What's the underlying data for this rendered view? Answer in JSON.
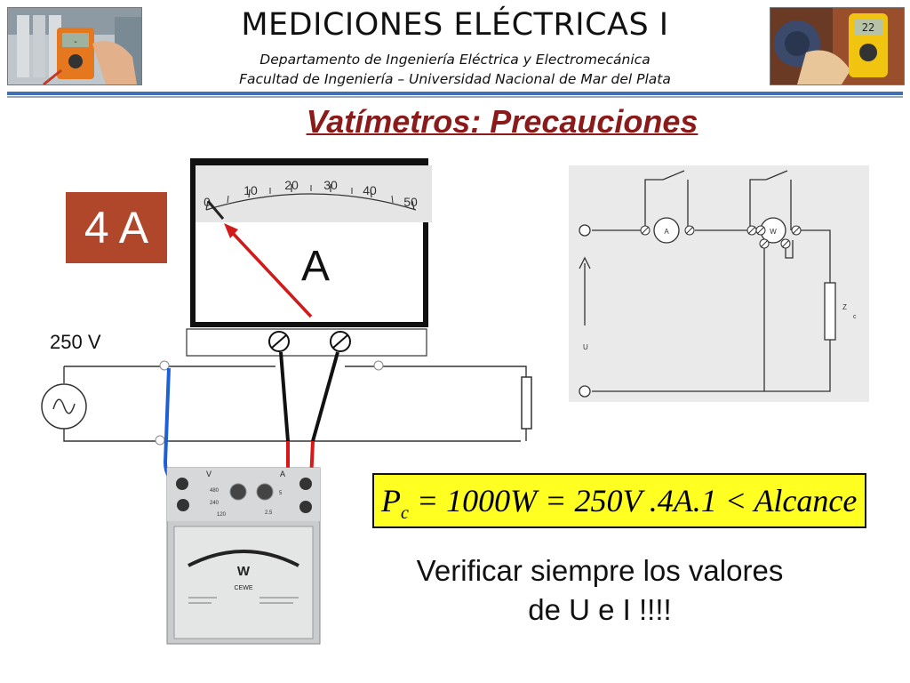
{
  "header": {
    "title": "MEDICIONES ELÉCTRICAS I",
    "department": "Departamento de Ingeniería Eléctrica y Electromecánica",
    "faculty": "Facultad de Ingeniería – Universidad Nacional de Mar del Plata",
    "left_photo_display": "-",
    "right_photo_display": "22"
  },
  "slide": {
    "title": "Vatímetros: Precauciones",
    "current_value": "4 A",
    "voltage_label": "250 V",
    "formula": {
      "p": "P",
      "sub": "c",
      "eq1": " = 1000W = 250V .4A.1 < Alcance"
    },
    "note_line1": "Verificar siempre los valores",
    "note_line2": "de U e I !!!!"
  },
  "ammeter": {
    "unit_letter": "A",
    "scale_labels": [
      "0",
      "10",
      "20",
      "30",
      "40",
      "50"
    ],
    "needle_color": "#d11a1a"
  },
  "wattmeter": {
    "unit_letter": "W",
    "terminal_labels": [
      "V",
      "A"
    ],
    "range_labels": [
      "480",
      "240",
      "120",
      "5",
      "2.5"
    ],
    "brand": "CEWE"
  },
  "schematic": {
    "ammeter_label": "A",
    "wattmeter_label": "W",
    "voltage_label": "U",
    "load_label": "Z",
    "load_sub": "c"
  },
  "colors": {
    "header_rule": "#3f6fb6",
    "title_red": "#8b1a1a",
    "current_box": "#b0462a",
    "formula_bg": "#ffff22",
    "wire_blue": "#1f5fd6",
    "wire_red": "#d81818"
  }
}
